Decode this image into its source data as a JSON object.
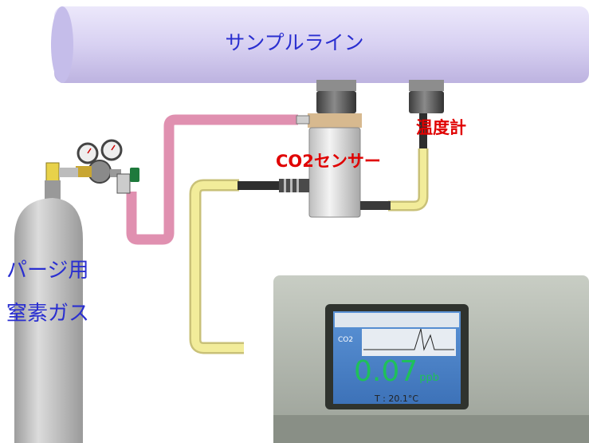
{
  "diagram": {
    "sample_line_label": "サンプルライン",
    "temperature_sensor_label": "温度計",
    "co2_sensor_label": "CO2センサー",
    "purge_gas_label_line1": "パージ用",
    "purge_gas_label_line2": "窒素ガス"
  },
  "monitor": {
    "reading_value": "0.07",
    "reading_unit": "ppb",
    "temperature_readout": "T : 20.1°C",
    "gas_symbol": "CO2"
  },
  "colors": {
    "pipe": "#d6cff0",
    "tube_pink": "#e090b0",
    "tube_yellow": "#f2ec9a",
    "cylinder": "#bcbcbc",
    "screen": "#4d86c9",
    "reading": "#1fc05a",
    "label_blue": "#2a2fd0",
    "label_red": "#e00000"
  }
}
